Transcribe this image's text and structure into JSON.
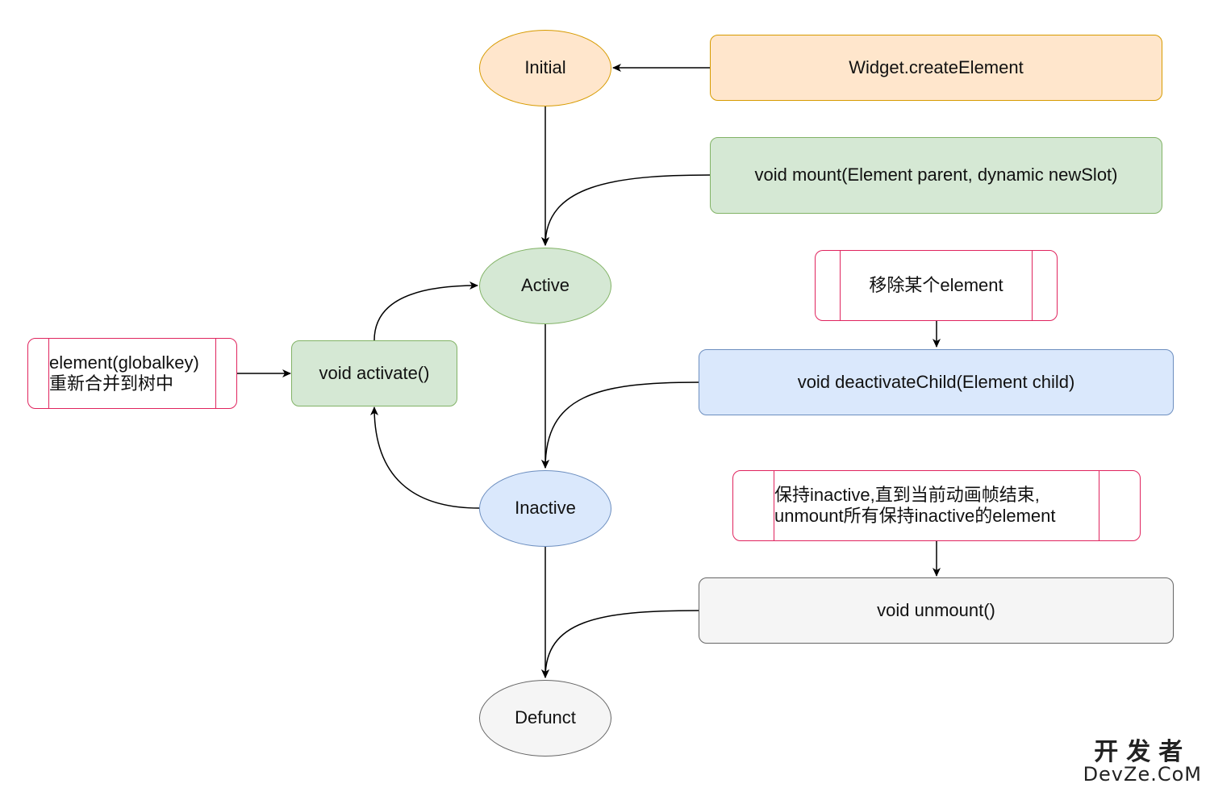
{
  "states": {
    "initial": "Initial",
    "active": "Active",
    "inactive": "Inactive",
    "defunct": "Defunct"
  },
  "methods": {
    "create_element": "Widget.createElement",
    "mount": "void mount(Element parent, dynamic newSlot)",
    "activate": "void activate()",
    "deactivate_child": "void deactivateChild(Element child)",
    "unmount": "void unmount()"
  },
  "notes": {
    "remove_element": "移除某个element",
    "globalkey_line1": "element(globalkey)",
    "globalkey_line2": "重新合并到树中",
    "keep_inactive_line1": "保持inactive,直到当前动画帧结束,",
    "keep_inactive_line2": "unmount所有保持inactive的element"
  },
  "watermark": {
    "cn": "开发者",
    "en": "DevZe.CoM"
  },
  "colors": {
    "orange_fill": "#ffe6cc",
    "orange_stroke": "#d79b00",
    "green_fill": "#d5e8d4",
    "green_stroke": "#82b366",
    "blue_fill": "#dae8fc",
    "blue_stroke": "#6c8ebf",
    "gray_fill": "#f5f5f5",
    "gray_stroke": "#666666",
    "process_stroke": "#e0245e"
  }
}
